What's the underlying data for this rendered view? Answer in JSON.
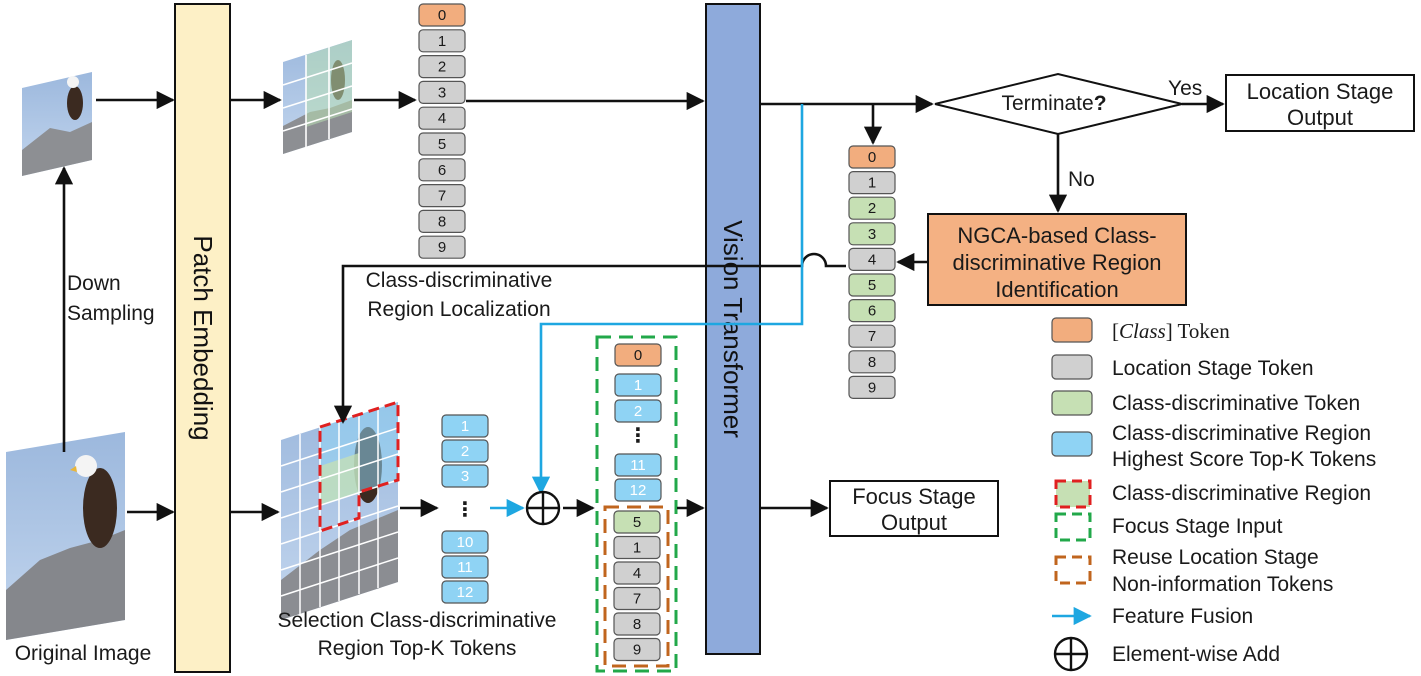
{
  "labels": {
    "original_image": "Original Image",
    "down_sampling_1": "Down",
    "down_sampling_2": "Sampling",
    "patch_embedding": "Patch Embedding",
    "vision_transformer": "Vision Transformer",
    "terminate": "Terminate",
    "terminate_q": "?",
    "yes": "Yes",
    "no": "No",
    "location_output_1": "Location Stage",
    "location_output_2": "Output",
    "ngca_1": "NGCA-based Class-",
    "ngca_2": "discriminative Region",
    "ngca_3": "Identification",
    "localization_1": "Class-discriminative",
    "localization_2": "Region Localization",
    "selection_1": "Selection Class-discriminative",
    "selection_2": "Region Top-K Tokens",
    "focus_output_1": "Focus Stage",
    "focus_output_2": "Output"
  },
  "token_columns": {
    "location_input": [
      "0",
      "1",
      "2",
      "3",
      "4",
      "5",
      "6",
      "7",
      "8",
      "9"
    ],
    "location_output": [
      "0",
      "1",
      "2",
      "3",
      "4",
      "5",
      "6",
      "7",
      "8",
      "9"
    ],
    "location_output_types": [
      "class",
      "loc",
      "cd",
      "cd",
      "loc",
      "cd",
      "cd",
      "loc",
      "loc",
      "loc"
    ],
    "topk_left": [
      "1",
      "2",
      "3",
      "⋮",
      "10",
      "11",
      "12"
    ],
    "focus_top": [
      "0",
      "1",
      "2",
      "⋮",
      "11",
      "12"
    ],
    "focus_reuse": [
      "5",
      "1",
      "4",
      "7",
      "8",
      "9"
    ]
  },
  "legend": {
    "class_token_bracket_open": "[",
    "class_token_italic": "Class",
    "class_token_bracket_close": "] Token",
    "location_token": "Location Stage Token",
    "cd_token": "Class-discriminative Token",
    "topk_1": "Class-discriminative Region",
    "topk_2": "Highest Score Top-K Tokens",
    "cd_region": "Class-discriminative Region",
    "focus_input": "Focus Stage Input",
    "reuse_1": "Reuse Location Stage",
    "reuse_2": "Non-information Tokens",
    "feature_fusion": "Feature Fusion",
    "elementwise_add": "Element-wise Add"
  },
  "colors": {
    "class_token": "#f2ad7e",
    "location_token": "#d0d0d0",
    "cd_token": "#c6e0b4",
    "topk_token": "#8fd3f4",
    "patch_embedding": "#fdf0c6",
    "vision_transformer": "#8eaadb",
    "ngca": "#f4b183",
    "cd_region_border": "#e02020",
    "focus_input_border": "#22a84a",
    "reuse_border": "#c0651e",
    "fusion_arrow": "#1ea7e1"
  }
}
